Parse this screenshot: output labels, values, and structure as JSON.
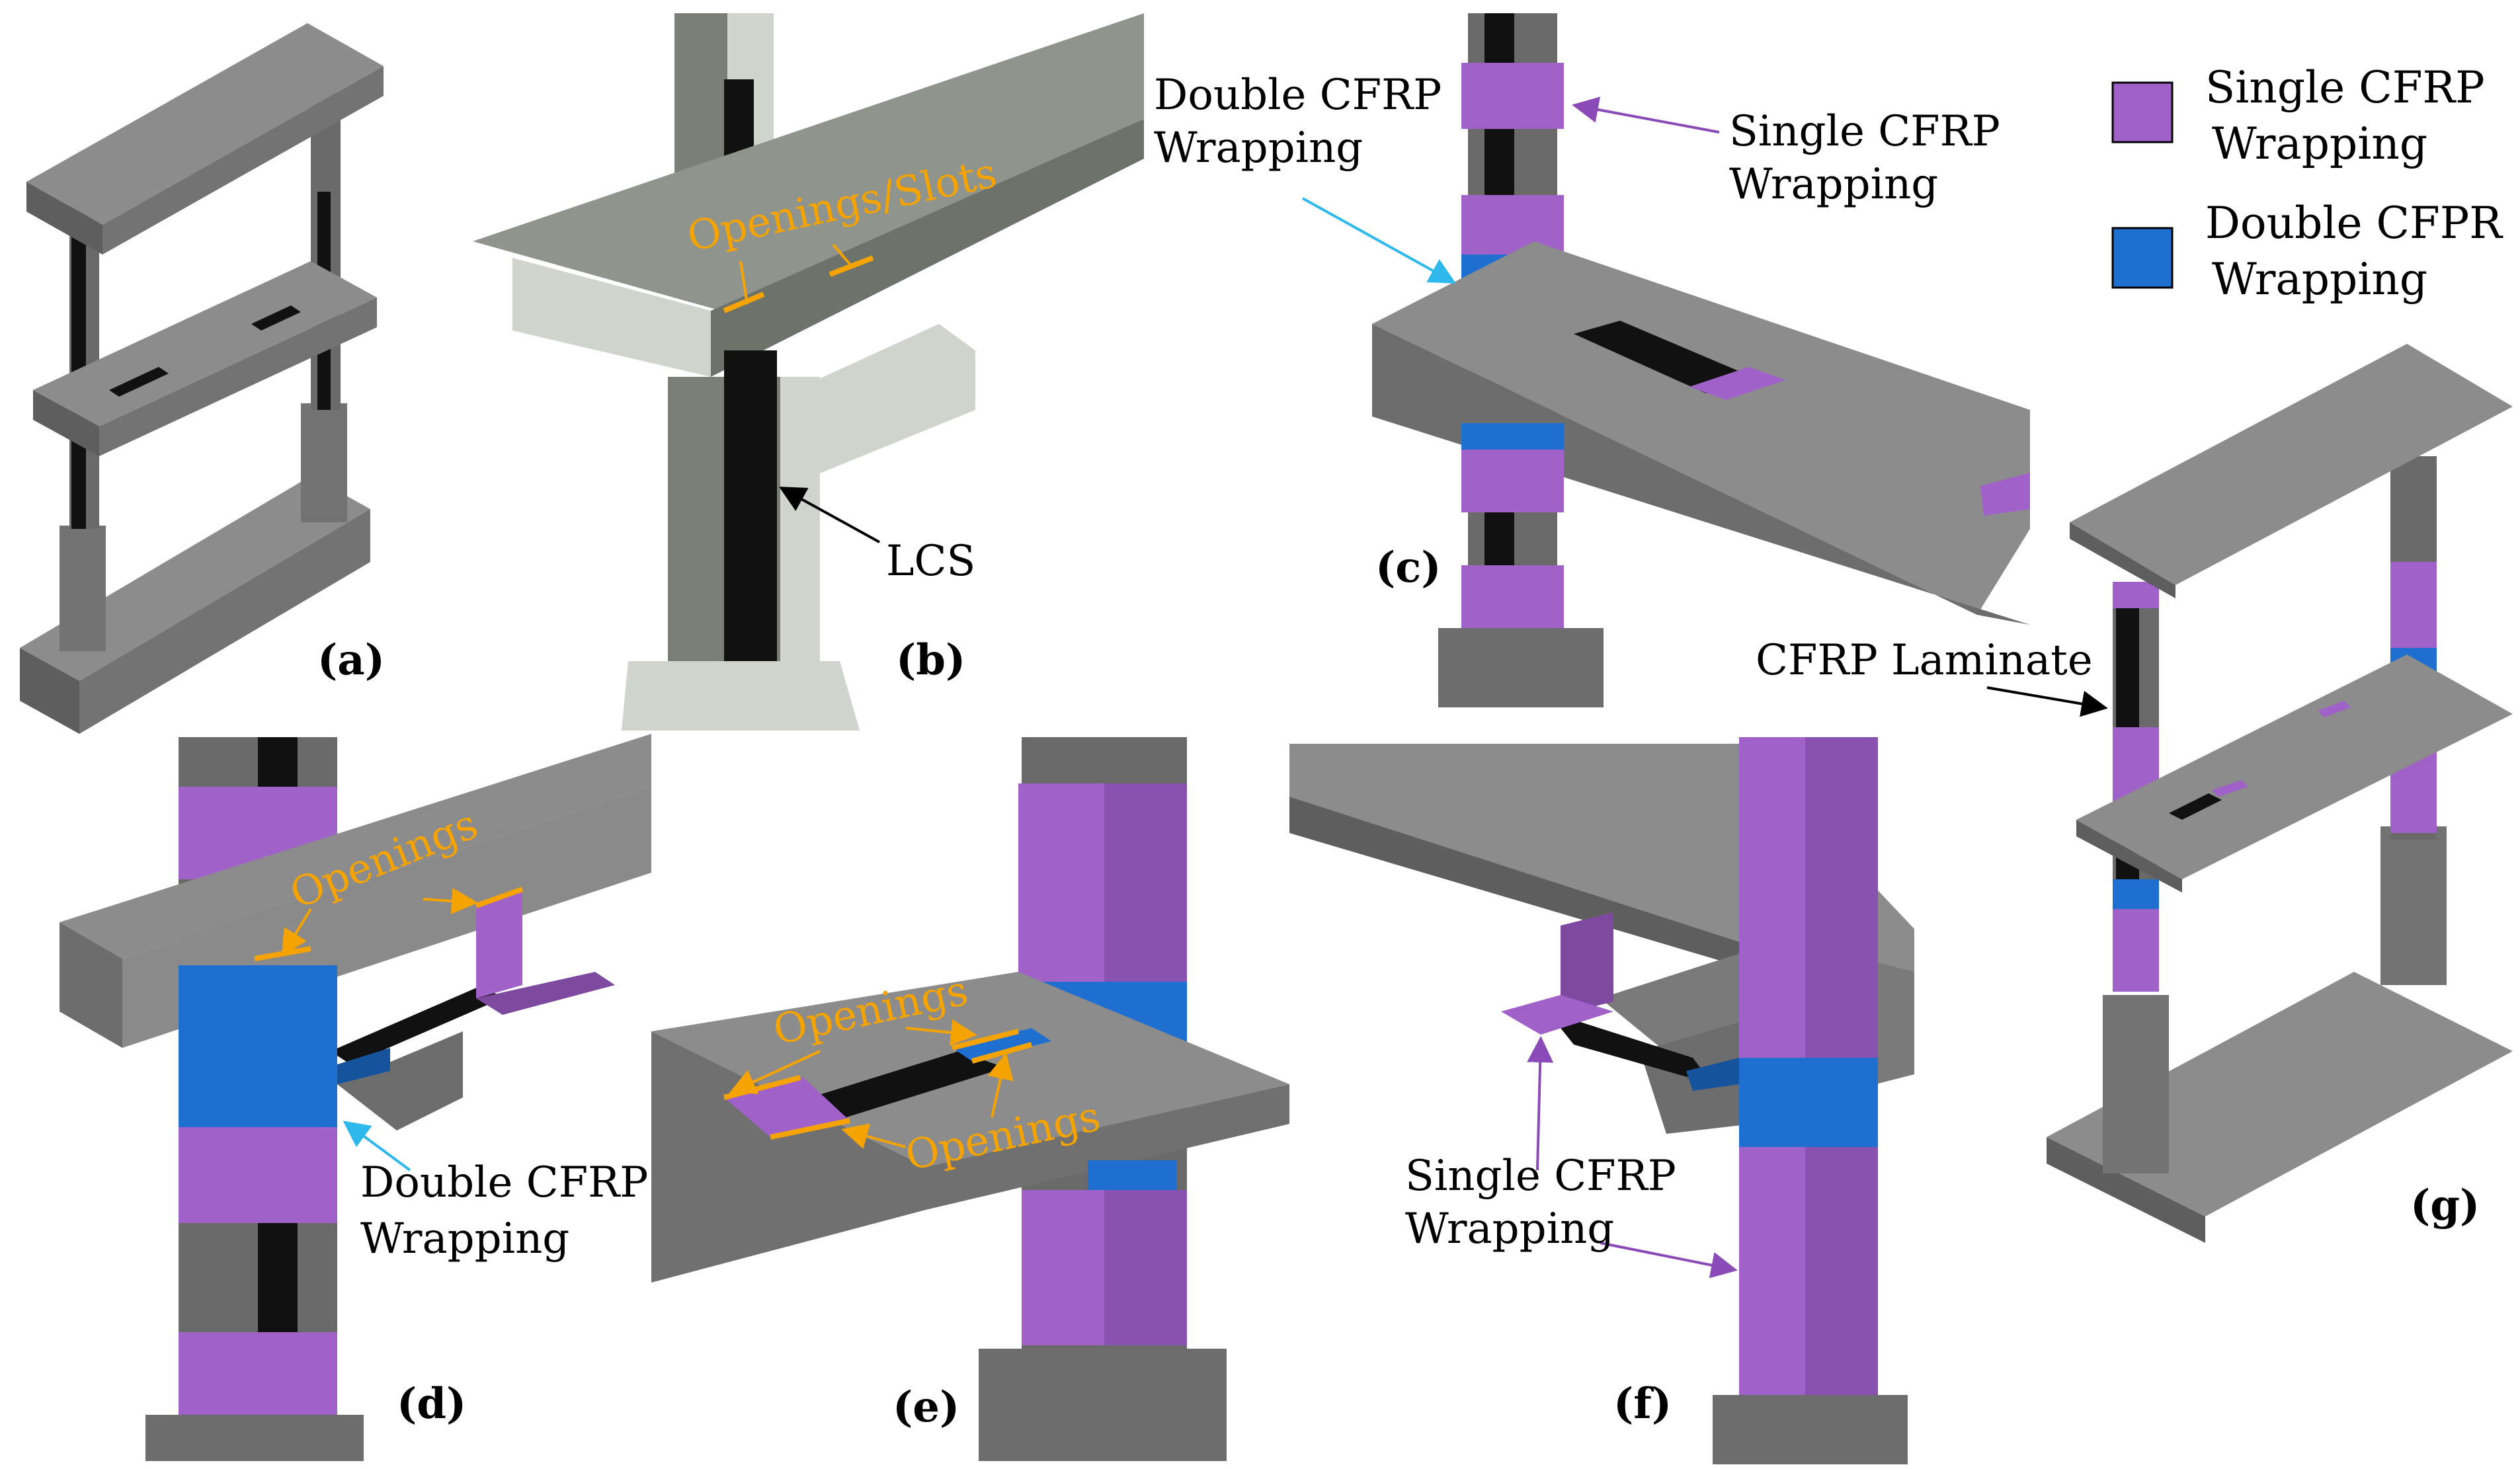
{
  "colors": {
    "concrete_top": "#8c8c8c",
    "concrete_front": "#737373",
    "concrete_side": "#5e5e5e",
    "concrete_light": "#cfd4cc",
    "single_cfrp": "#a061c8",
    "single_cfrp_dark": "#7e4aa0",
    "double_cfrp": "#1f6fd0",
    "double_cfrp_dark": "#15539d",
    "laminate": "#111111",
    "opening_mark": "#f5a300",
    "arrow_blue": "#2fb8ec",
    "arrow_purple": "#8a4bb8",
    "arrow_black": "#000000"
  },
  "legend": {
    "single_line1": "Single CFRP",
    "single_line2": "Wrapping",
    "double_line1": "Double CFPR",
    "double_line2": "Wrapping"
  },
  "panels": {
    "a": {
      "caption": "(a)"
    },
    "b": {
      "caption": "(b)",
      "openings_label": "Openings/Slots",
      "lcs_label": "LCS"
    },
    "c": {
      "caption": "(c)",
      "double_line1": "Double CFRP",
      "double_line2": "Wrapping",
      "single_line1": "Single CFRP",
      "single_line2": "Wrapping"
    },
    "d": {
      "caption": "(d)",
      "openings_label": "Openings",
      "double_line1": "Double CFRP",
      "double_line2": "Wrapping"
    },
    "e": {
      "caption": "(e)",
      "openings_top": "Openings",
      "openings_bottom": "Openings"
    },
    "f": {
      "caption": "(f)",
      "single_line1": "Single CFRP",
      "single_line2": "Wrapping"
    },
    "g": {
      "caption": "(g)",
      "laminate_label": "CFRP Laminate"
    }
  }
}
